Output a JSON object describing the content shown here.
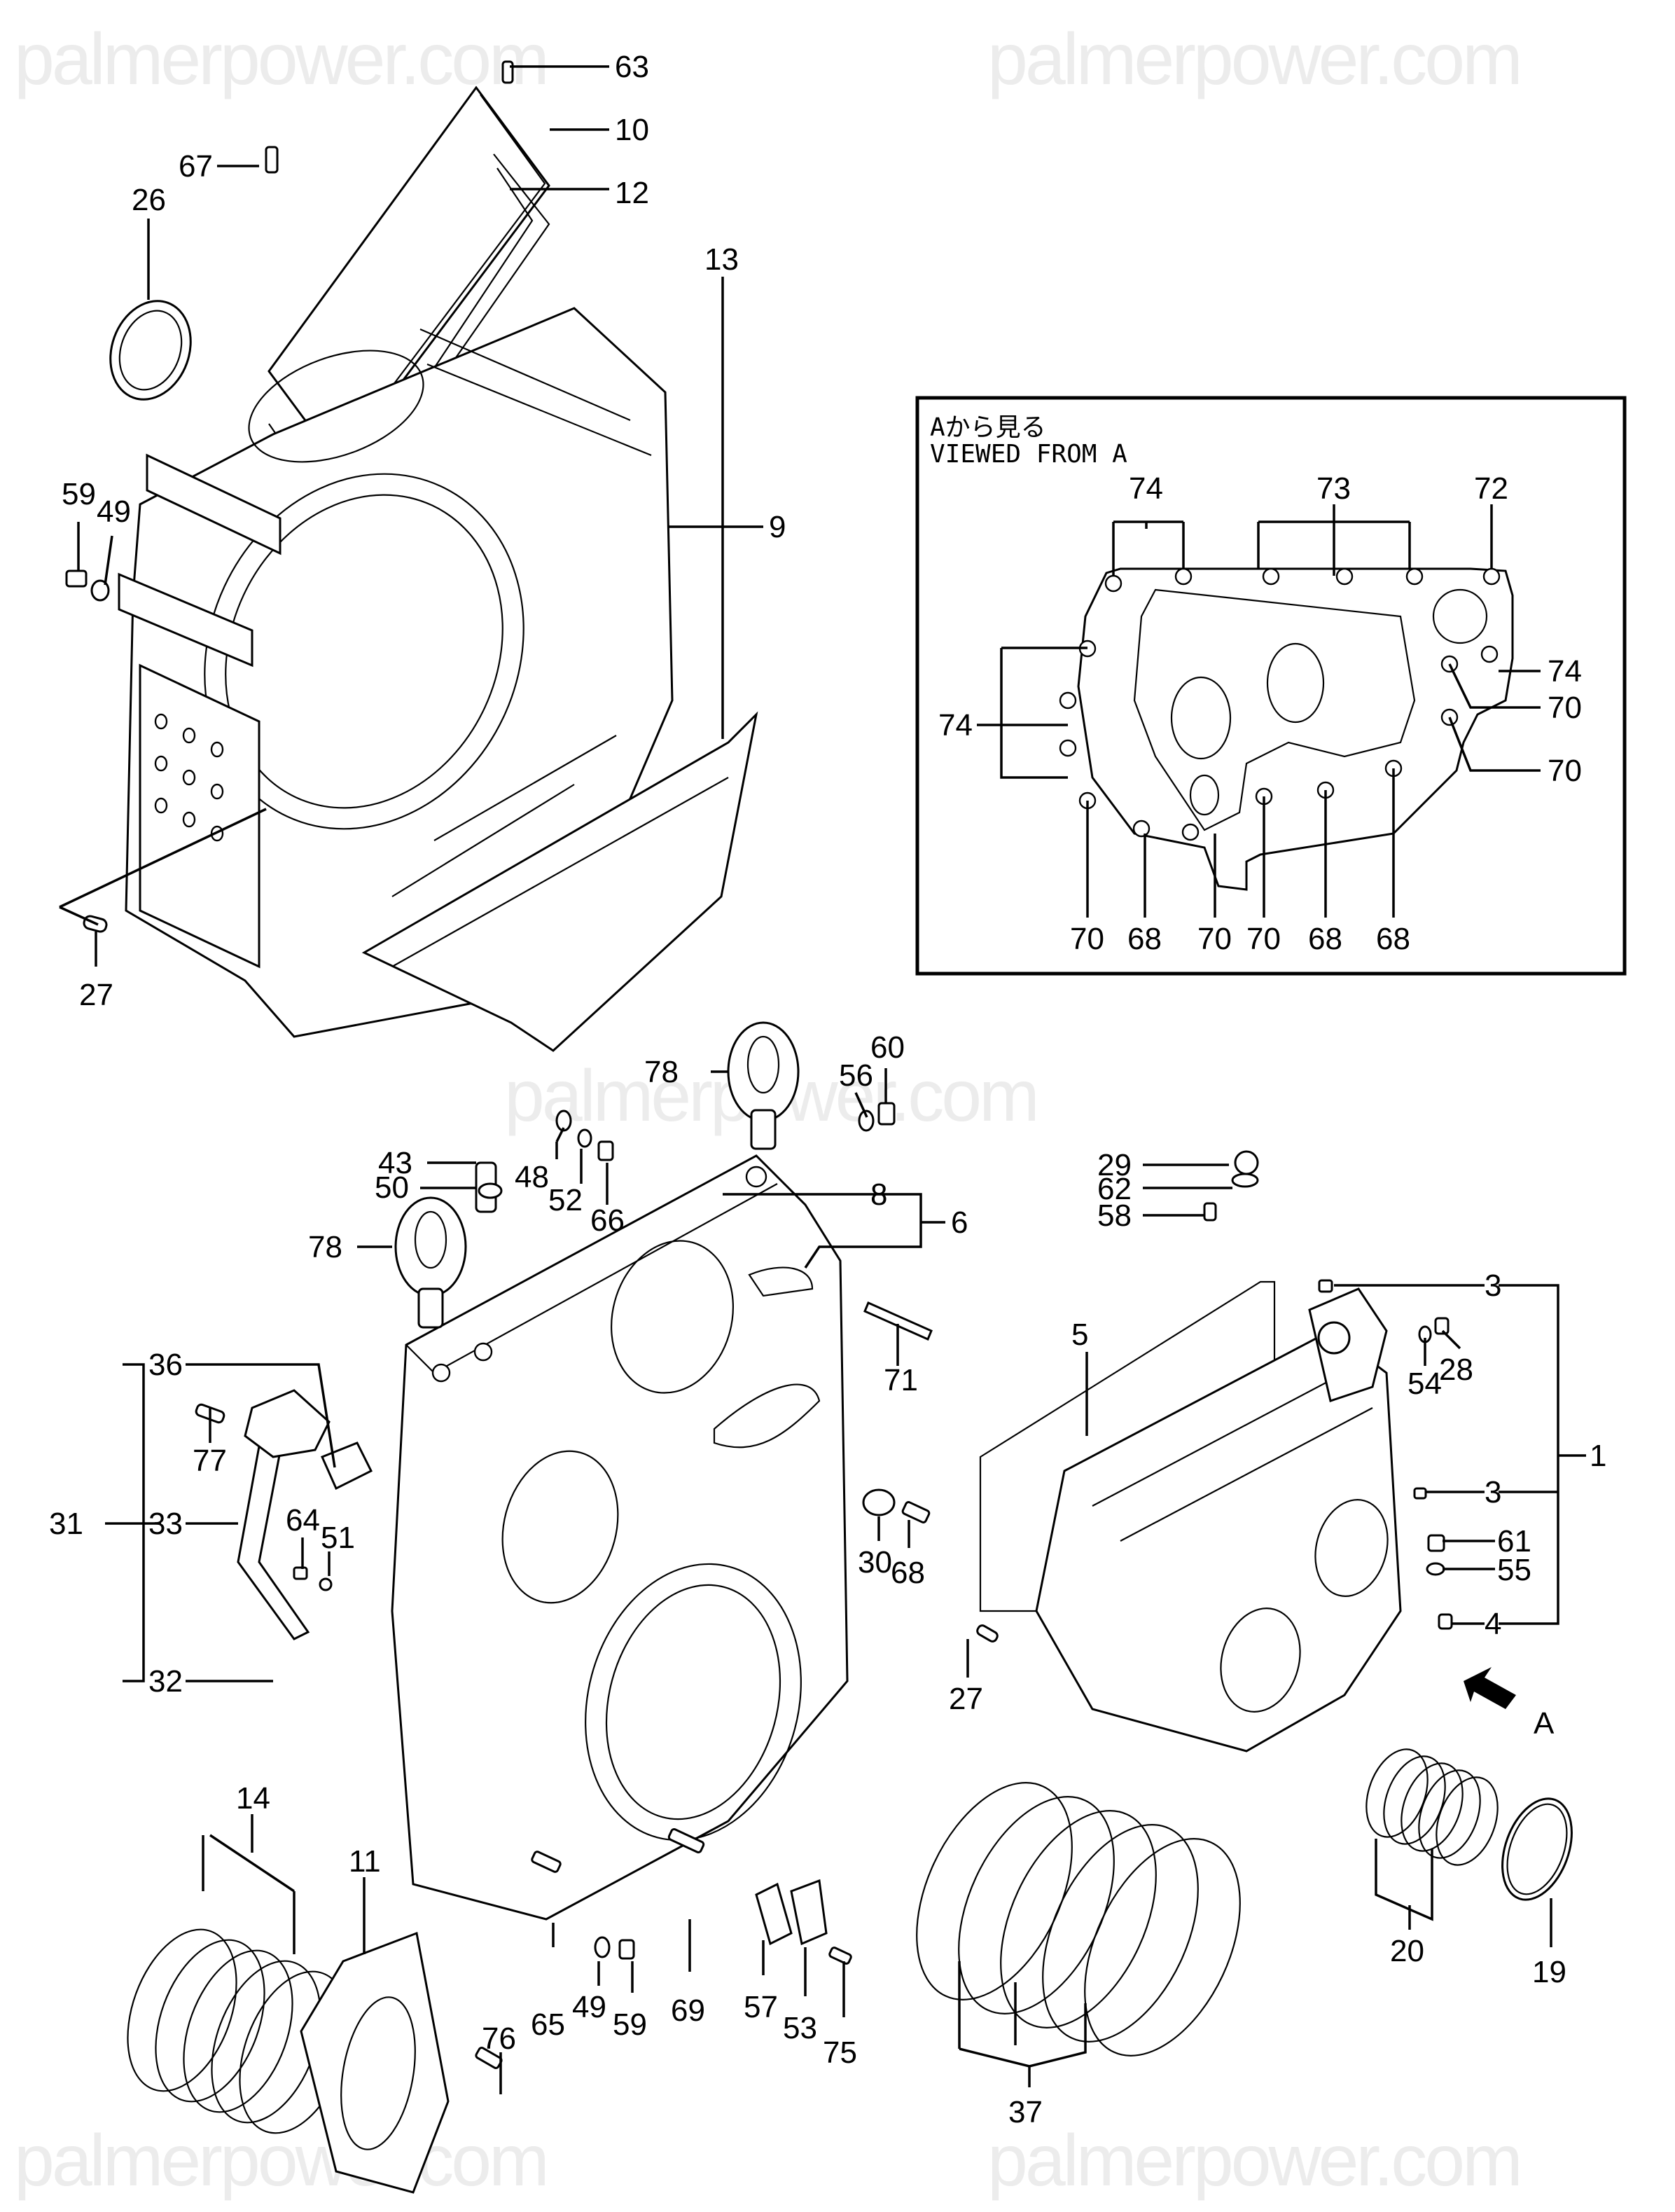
{
  "watermark": {
    "text": "palmerpower.com",
    "positions": [
      "top-left",
      "top-right",
      "center",
      "bottom-left",
      "bottom-right"
    ]
  },
  "inset": {
    "title_jp": "Aから見る",
    "title_en": "VIEWED FROM A",
    "callouts": [
      {
        "id": "i74a",
        "label": "74"
      },
      {
        "id": "i73",
        "label": "73"
      },
      {
        "id": "i72",
        "label": "72"
      },
      {
        "id": "i74b",
        "label": "74"
      },
      {
        "id": "i74c",
        "label": "74"
      },
      {
        "id": "i70a",
        "label": "70"
      },
      {
        "id": "i70b",
        "label": "70"
      },
      {
        "id": "i70c",
        "label": "70"
      },
      {
        "id": "i68a",
        "label": "68"
      },
      {
        "id": "i70d",
        "label": "70"
      },
      {
        "id": "i70e",
        "label": "70"
      },
      {
        "id": "i68b",
        "label": "68"
      },
      {
        "id": "i68c",
        "label": "68"
      }
    ]
  },
  "view_arrow": {
    "label": "A"
  },
  "callouts": [
    {
      "id": "c63",
      "label": "63"
    },
    {
      "id": "c10",
      "label": "10"
    },
    {
      "id": "c67",
      "label": "67"
    },
    {
      "id": "c12",
      "label": "12"
    },
    {
      "id": "c26",
      "label": "26"
    },
    {
      "id": "c59a",
      "label": "59"
    },
    {
      "id": "c49a",
      "label": "49"
    },
    {
      "id": "c9",
      "label": "9"
    },
    {
      "id": "c13",
      "label": "13"
    },
    {
      "id": "c27a",
      "label": "27"
    },
    {
      "id": "c78a",
      "label": "78"
    },
    {
      "id": "c56",
      "label": "56"
    },
    {
      "id": "c60",
      "label": "60"
    },
    {
      "id": "c43",
      "label": "43"
    },
    {
      "id": "c48",
      "label": "48"
    },
    {
      "id": "c52",
      "label": "52"
    },
    {
      "id": "c66",
      "label": "66"
    },
    {
      "id": "c50",
      "label": "50"
    },
    {
      "id": "c8",
      "label": "8"
    },
    {
      "id": "c6",
      "label": "6"
    },
    {
      "id": "c78b",
      "label": "78"
    },
    {
      "id": "c29",
      "label": "29"
    },
    {
      "id": "c62",
      "label": "62"
    },
    {
      "id": "c58",
      "label": "58"
    },
    {
      "id": "c5",
      "label": "5"
    },
    {
      "id": "c3a",
      "label": "3"
    },
    {
      "id": "c54",
      "label": "54"
    },
    {
      "id": "c28",
      "label": "28"
    },
    {
      "id": "c1",
      "label": "1"
    },
    {
      "id": "c3b",
      "label": "3"
    },
    {
      "id": "c61",
      "label": "61"
    },
    {
      "id": "c55",
      "label": "55"
    },
    {
      "id": "c4",
      "label": "4"
    },
    {
      "id": "c71",
      "label": "71"
    },
    {
      "id": "c36",
      "label": "36"
    },
    {
      "id": "c77",
      "label": "77"
    },
    {
      "id": "c31",
      "label": "31"
    },
    {
      "id": "c33",
      "label": "33"
    },
    {
      "id": "c64",
      "label": "64"
    },
    {
      "id": "c51",
      "label": "51"
    },
    {
      "id": "c32",
      "label": "32"
    },
    {
      "id": "c30",
      "label": "30"
    },
    {
      "id": "c68",
      "label": "68"
    },
    {
      "id": "c27b",
      "label": "27"
    },
    {
      "id": "c14",
      "label": "14"
    },
    {
      "id": "c11",
      "label": "11"
    },
    {
      "id": "c76",
      "label": "76"
    },
    {
      "id": "c65",
      "label": "65"
    },
    {
      "id": "c49b",
      "label": "49"
    },
    {
      "id": "c59b",
      "label": "59"
    },
    {
      "id": "c69",
      "label": "69"
    },
    {
      "id": "c57",
      "label": "57"
    },
    {
      "id": "c53",
      "label": "53"
    },
    {
      "id": "c75",
      "label": "75"
    },
    {
      "id": "c37",
      "label": "37"
    },
    {
      "id": "c20",
      "label": "20"
    },
    {
      "id": "c19",
      "label": "19"
    }
  ]
}
